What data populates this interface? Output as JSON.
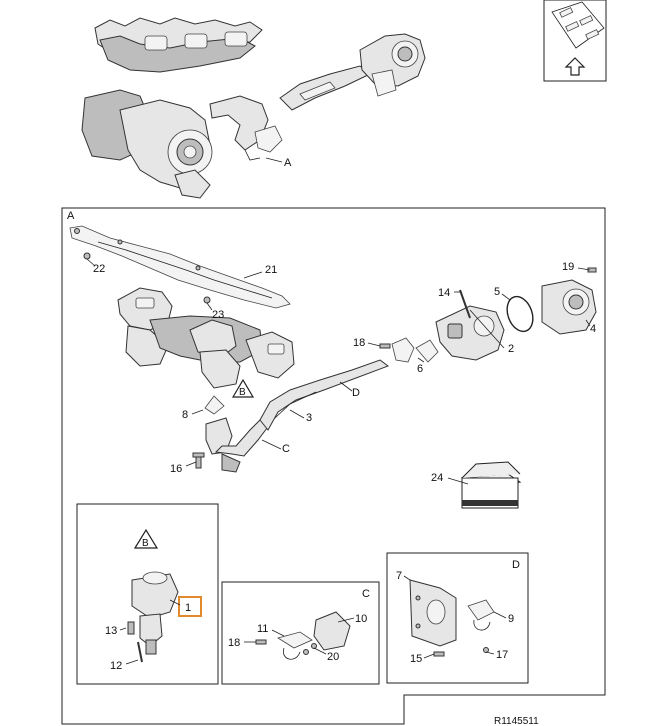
{
  "figure_id": "R1145511",
  "callouts": {
    "a_top": "A",
    "a_box": "A",
    "b_warn": "B",
    "b_warn_detail": "B",
    "c_box": "C",
    "c_label": "C",
    "d_box": "D",
    "d_label": "D"
  },
  "parts": {
    "p1": "1",
    "p2": "2",
    "p3": "3",
    "p4": "4",
    "p5": "5",
    "p6": "6",
    "p7": "7",
    "p8": "8",
    "p9": "9",
    "p10": "10",
    "p11": "11",
    "p12": "12",
    "p13": "13",
    "p14": "14",
    "p15": "15",
    "p16": "16",
    "p17": "17",
    "p18": "18",
    "p18c": "18",
    "p19": "19",
    "p20": "20",
    "p21": "21",
    "p22": "22",
    "p23": "23",
    "p24": "24"
  },
  "colors": {
    "highlight": "#e08a2c",
    "outline": "#222222",
    "fill": "#e6e6e6"
  },
  "icons": {
    "nav": "up-arrow-icon",
    "warning": "warning-triangle-icon",
    "package": "box-icon"
  }
}
